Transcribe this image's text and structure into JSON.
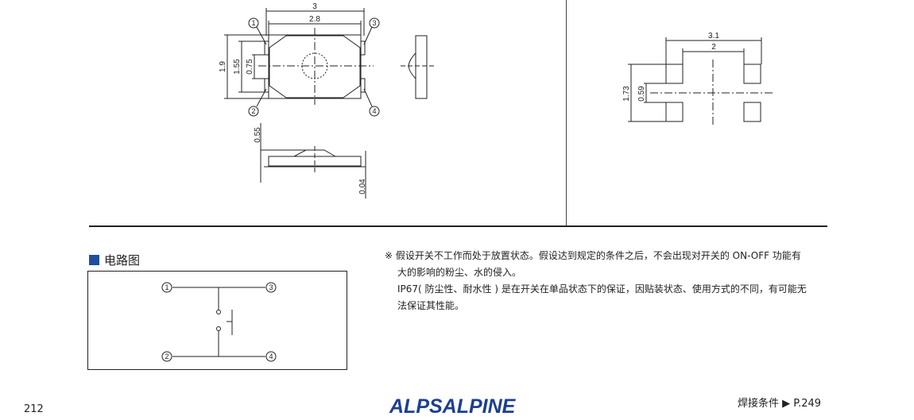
{
  "drawing": {
    "dim_width_outer": "3",
    "dim_width_inner": "2.8",
    "dim_height": "1.9",
    "dim_terminal_pitch": "1.55",
    "dim_terminal_width": "0.75",
    "dim_height_side": "0.55",
    "dim_standoff": "0.04",
    "terminal_1": "1",
    "terminal_2": "2",
    "terminal_3": "3",
    "terminal_4": "4"
  },
  "land_pattern": {
    "dim_outer": "3.1",
    "dim_inner": "2",
    "dim_height": "1.73",
    "dim_gap": "0.59"
  },
  "circuit": {
    "title": "电路图",
    "terminal_1": "1",
    "terminal_2": "2",
    "terminal_3": "3",
    "terminal_4": "4"
  },
  "notes": {
    "line1": "※ 假设开关不工作而处于放置状态。假设达到规定的条件之后，不会出现对开关的 ON-OFF 功能有",
    "line2": "大的影响的粉尘、水的侵入。",
    "line3": "IP67( 防尘性、耐水性 ) 是在开关在单品状态下的保证，因贴装状态、使用方式的不同，有可能无",
    "line4": "法保证其性能。"
  },
  "footer": {
    "page_number": "212",
    "logo": "ALPSALPINE",
    "soldering_ref": "焊接条件 ▶ P.249"
  }
}
